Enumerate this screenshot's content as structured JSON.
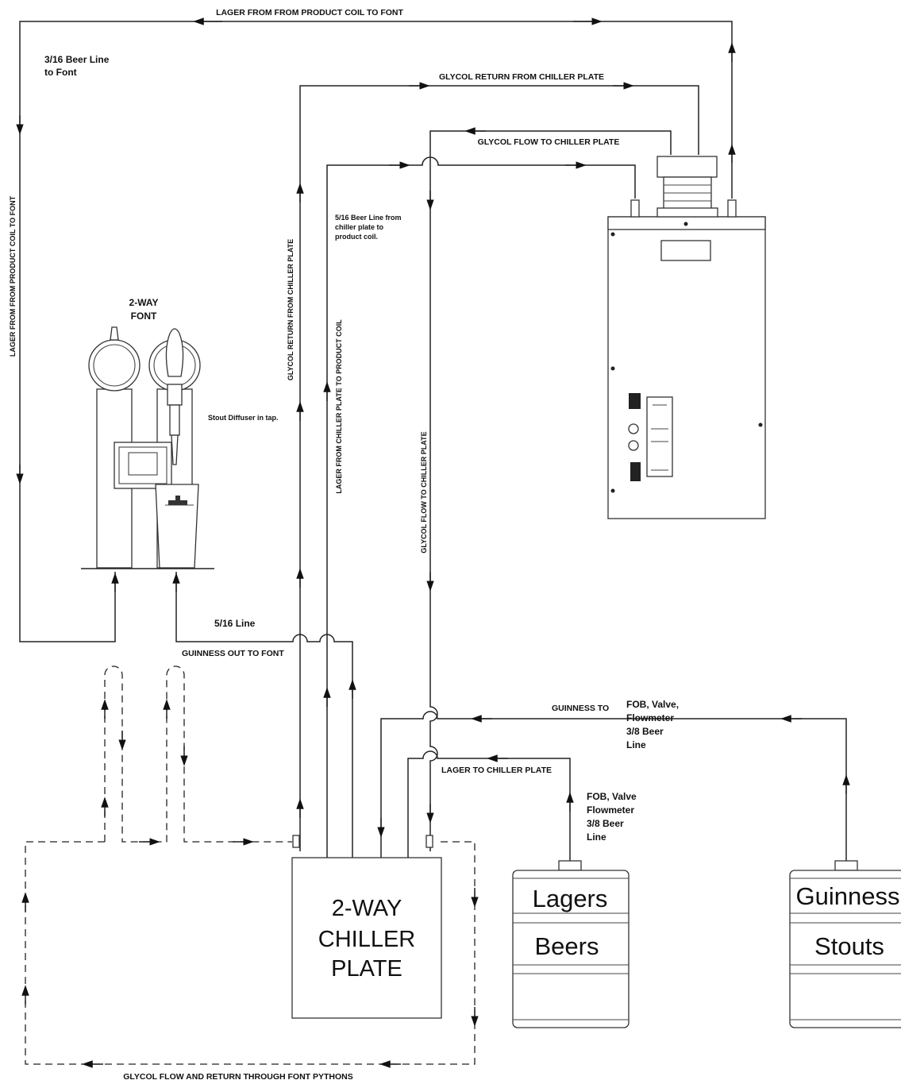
{
  "labels": {
    "lager_top": "LAGER FROM FROM PRODUCT COIL TO FONT",
    "beer_line_316": [
      "3/16 Beer Line",
      "to Font"
    ],
    "glycol_return_top": "GLYCOL RETURN FROM CHILLER PLATE",
    "glycol_flow_top": "GLYCOL FLOW TO CHILLER PLATE",
    "beer_line_516": [
      "5/16 Beer Line from",
      "chiller plate to",
      "product coil."
    ],
    "font_title": [
      "2-WAY",
      "FONT"
    ],
    "stout_diffuser": "Stout Diffuser in tap.",
    "lager_left_vertical": "LAGER FROM FROM PRODUCT COIL TO FONT",
    "glycol_return_vertical": "GLYCOL RETURN FROM CHILLER PLATE",
    "lager_chiller_vertical": "LAGER FROM CHILLER PLATE TO PRODUCT COIL",
    "glycol_flow_vertical": "GLYCOL FLOW TO CHILLER PLATE",
    "line_516": "5/16 Line",
    "guinness_out": "GUINNESS OUT TO FONT",
    "guinness_to": "GUINNESS  TO",
    "fob_guinness": [
      "FOB, Valve,",
      "Flowmeter",
      "3/8 Beer",
      "Line"
    ],
    "lager_to_chiller": "LAGER  TO CHILLER PLATE",
    "fob_lager": [
      "FOB, Valve",
      "Flowmeter",
      "3/8 Beer",
      "Line"
    ],
    "chiller_plate": [
      "2-WAY",
      "CHILLER",
      "PLATE"
    ],
    "keg_lager": [
      "Lagers",
      "Beers"
    ],
    "keg_guinness": [
      "Guinness",
      "Stouts"
    ],
    "bottom": "GLYCOL FLOW AND RETURN THROUGH FONT PYTHONS"
  }
}
